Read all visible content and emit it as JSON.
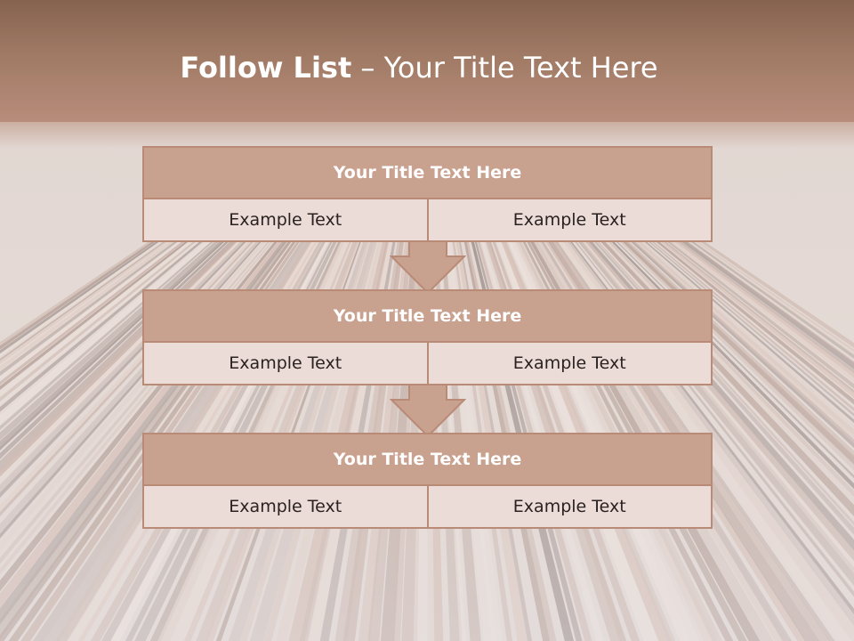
{
  "slide": {
    "title_bold": "Follow List",
    "title_rest": " – Your Title Text Here"
  },
  "steps": [
    {
      "title": "Your Title Text Here",
      "left": "Example Text",
      "right": "Example Text"
    },
    {
      "title": "Your Title Text Here",
      "left": "Example Text",
      "right": "Example Text"
    },
    {
      "title": "Your Title Text Here",
      "left": "Example Text",
      "right": "Example Text"
    }
  ],
  "colors": {
    "header": "#a07a65",
    "box_title": "#c9a18f",
    "box_border": "#b98a76",
    "cell": "#ecdcd7"
  }
}
